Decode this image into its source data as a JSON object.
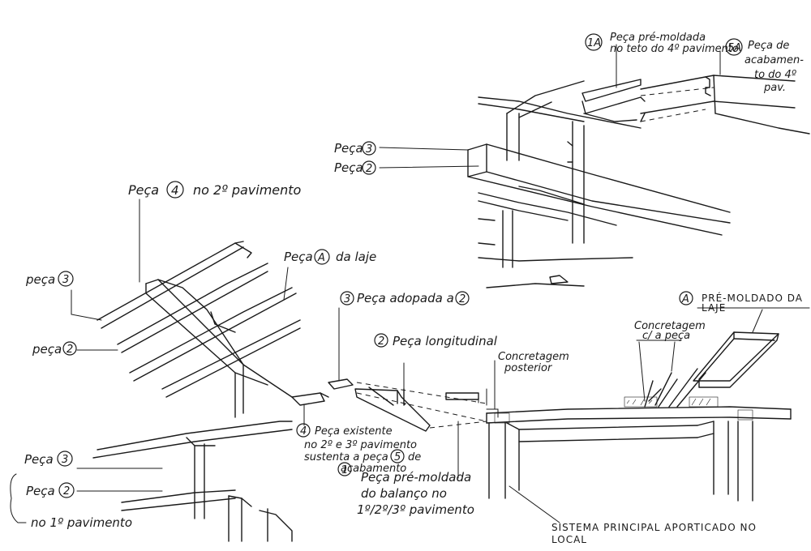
{
  "labels": {
    "top_1a_tag": "1A",
    "top_1a_line1": "Peça pré-moldada",
    "top_1a_line2": "no teto do 4º pavimento",
    "top_5a_tag": "5A",
    "top_5a_line1": "Peça de",
    "top_5a_line2": "acabamen-",
    "top_5a_line3": "to do 4º",
    "top_5a_line4": "pav.",
    "top_peca3": "Peça",
    "top_peca3_num": "3",
    "top_peca2": "Peça",
    "top_peca2_num": "2",
    "left_peca4": "Peça",
    "left_peca4_num": "4",
    "left_peca4_rest": "no 2º pavimento",
    "left_pecaA": "Peça",
    "left_pecaA_tag": "A",
    "left_pecaA_rest": "da laje",
    "left_peca3": "peça",
    "left_peca3_num": "3",
    "left_peca2": "peça",
    "left_peca2_num": "2",
    "bl_peca3": "Peça",
    "bl_peca3_num": "3",
    "bl_peca2": "Peça",
    "bl_peca2_num": "2",
    "bl_pav": "no 1º pavimento",
    "mid_3_num": "3",
    "mid_3_text": "Peça adopada a",
    "mid_3_ref": "2",
    "mid_2_num": "2",
    "mid_2_text": "Peça longitudinal",
    "mid_conc_line1": "Concretagem",
    "mid_conc_line2": "posterior",
    "mid_4_num": "4",
    "mid_4_line1": "Peça existente",
    "mid_4_line2": "no 2º e 3º pavimento",
    "mid_4_line3": "sustenta a peça",
    "mid_4_ref": "5",
    "mid_4_line3b": "de",
    "mid_4_line4": "acabamento",
    "mid_1_num": "1",
    "mid_1_line1": "Peça pré-moldada",
    "mid_1_line2": "do balanço no",
    "mid_1_line3": "1º/2º/3º pavimento",
    "right_a_tag": "A",
    "right_a_line1": "PRÉ-MOLDADO DA",
    "right_a_line2": "LAJE",
    "right_conc_line1": "Concretagem",
    "right_conc_line2": "c/ a peça",
    "bottom_sys_line1": "SISTEMA PRINCIPAL APORTICADO NO",
    "bottom_sys_line2": "LOCAL"
  }
}
